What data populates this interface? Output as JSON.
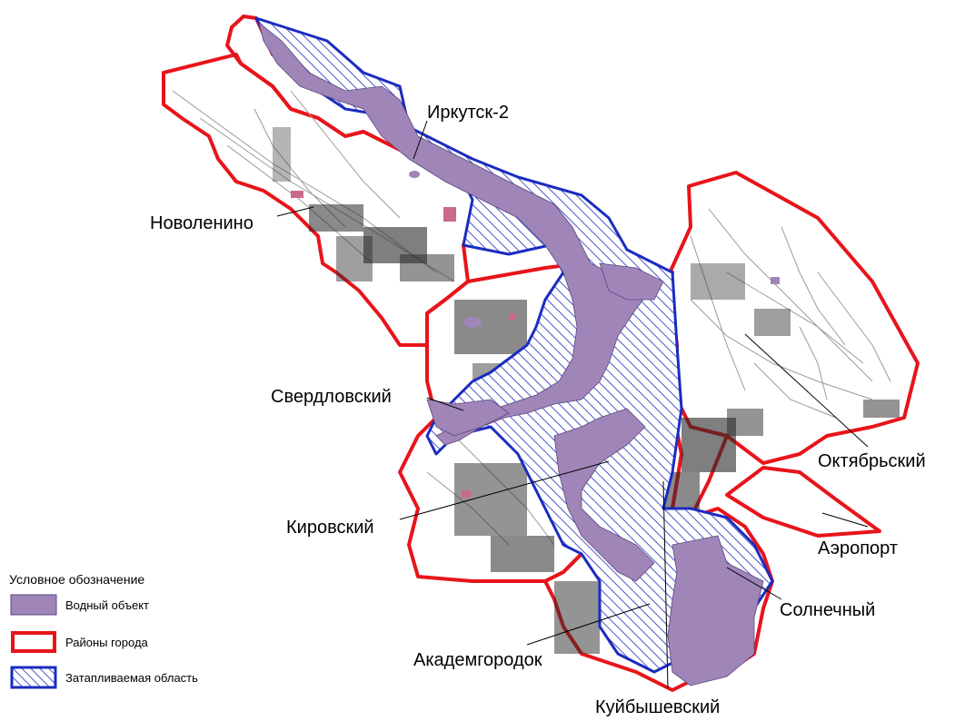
{
  "districts": [
    {
      "id": "irkutsk2",
      "label": "Иркутск-2"
    },
    {
      "id": "novolenino",
      "label": "Новоленино"
    },
    {
      "id": "sverdlovsky",
      "label": "Свердловский"
    },
    {
      "id": "oktyabrsky",
      "label": "Октябрьский"
    },
    {
      "id": "kirovsky",
      "label": "Кировский"
    },
    {
      "id": "aeroport",
      "label": "Аэропорт"
    },
    {
      "id": "solnechny",
      "label": "Солнечный"
    },
    {
      "id": "akademgorodok",
      "label": "Академгородок"
    },
    {
      "id": "kuibyshevsky",
      "label": "Куйбышевский"
    }
  ],
  "legend": {
    "title": "Условное обозначение",
    "items": [
      {
        "label": "Водный объект",
        "symbol": "water"
      },
      {
        "label": "Районы города",
        "symbol": "district-border"
      },
      {
        "label": "Затапливаемая область",
        "symbol": "flood-zone"
      }
    ]
  },
  "colors": {
    "water": "#a085b8",
    "district_border": "#e8141b",
    "flood_border": "#1a2cc0",
    "flood_hatch": "#4a56c9",
    "streets": "#9a9a9a",
    "buildings": "#2a2a2a",
    "parks": "#c96a8a"
  }
}
